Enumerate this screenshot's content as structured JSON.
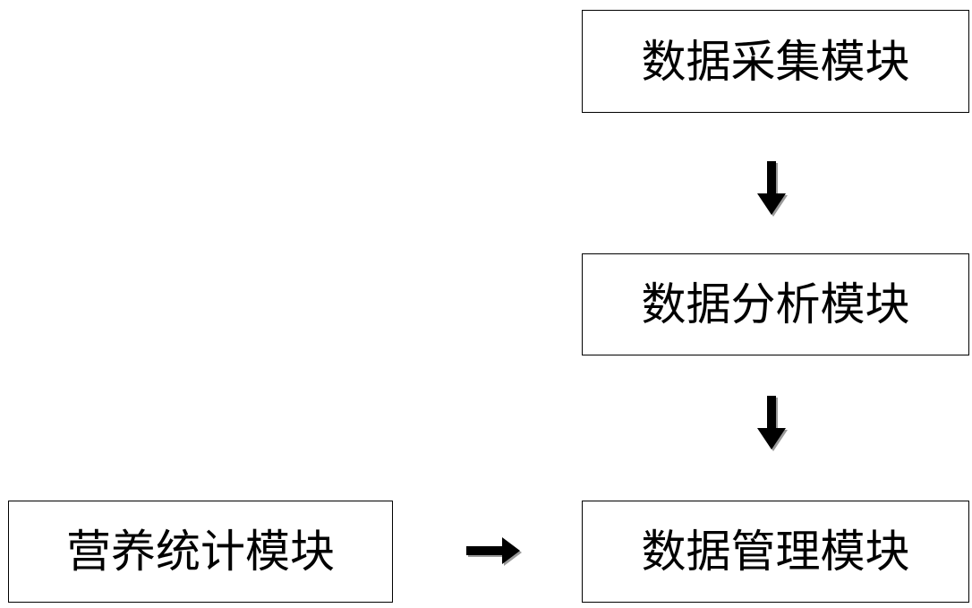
{
  "diagram": {
    "modules": {
      "data_collection": "数据采集模块",
      "data_analysis": "数据分析模块",
      "data_management": "数据管理模块",
      "nutrition_statistics": "营养统计模块"
    },
    "edges": [
      {
        "from": "data_collection",
        "to": "data_analysis"
      },
      {
        "from": "data_analysis",
        "to": "data_management"
      },
      {
        "from": "nutrition_statistics",
        "to": "data_management"
      }
    ],
    "colors": {
      "stroke": "#000000",
      "background": "#ffffff"
    }
  }
}
